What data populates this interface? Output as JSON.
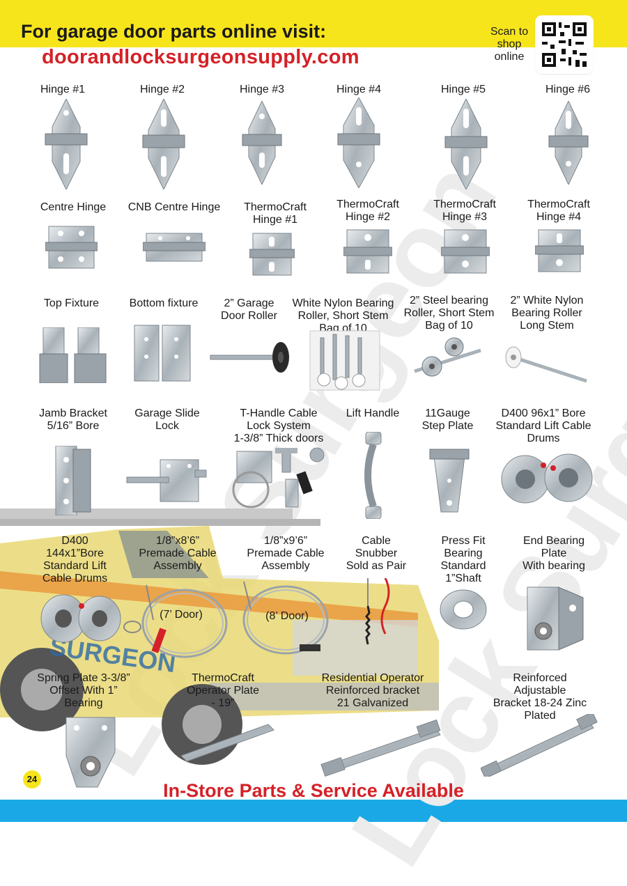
{
  "header": {
    "title": "For garage door parts online visit:",
    "url": "doorandlocksurgeonsupply.com",
    "scan_text": "Scan to shop online",
    "qr_icon": "qr-code-icon"
  },
  "watermark": {
    "text": "Lock Surgeon"
  },
  "colors": {
    "band_yellow": "#f7e51c",
    "band_blue": "#1aa9e6",
    "accent_red": "#d42127"
  },
  "row1": [
    {
      "label": "Hinge #1"
    },
    {
      "label": "Hinge #2"
    },
    {
      "label": "Hinge #3"
    },
    {
      "label": "Hinge #4"
    },
    {
      "label": "Hinge #5"
    },
    {
      "label": "Hinge #6"
    }
  ],
  "row2": [
    {
      "label": "Centre Hinge"
    },
    {
      "label": "CNB Centre Hinge"
    },
    {
      "label": "ThermoCraft\nHinge #1"
    },
    {
      "label": "ThermoCraft\nHinge #2"
    },
    {
      "label": "ThermoCraft\nHinge #3"
    },
    {
      "label": "ThermoCraft\nHinge #4"
    }
  ],
  "row3": [
    {
      "label": "Top Fixture"
    },
    {
      "label": "Bottom fixture"
    },
    {
      "label": "2” Garage\nDoor Roller"
    },
    {
      "label": "White Nylon Bearing\nRoller, Short Stem\nBag of 10"
    },
    {
      "label": "2” Steel bearing\nRoller, Short Stem\nBag of 10"
    },
    {
      "label": "2” White Nylon\nBearing Roller\nLong Stem"
    }
  ],
  "row4": [
    {
      "label": "Jamb Bracket\n5/16” Bore"
    },
    {
      "label": "Garage Slide\nLock"
    },
    {
      "label": "T-Handle Cable\nLock System\n1-3/8” Thick doors"
    },
    {
      "label": "Lift Handle"
    },
    {
      "label": "11Gauge\nStep Plate"
    },
    {
      "label": "D400 96x1” Bore\nStandard Lift Cable\nDrums"
    }
  ],
  "row5": [
    {
      "label": "D400\n144x1”Bore\nStandard Lift\nCable Drums"
    },
    {
      "label": "1/8”x8’6”\nPremade Cable\nAssembly"
    },
    {
      "label": "1/8”x9’6”\nPremade Cable\nAssembly"
    },
    {
      "label": "Cable\nSnubber\nSold as Pair"
    },
    {
      "label": "Press Fit\nBearing\nStandard\n1”Shaft"
    },
    {
      "label": "End Bearing\nPlate\nWith bearing"
    }
  ],
  "cable_tags": {
    "seven": "(7’ Door)",
    "eight": "(8’ Door)"
  },
  "truck_text": "SURGEON",
  "row6": [
    {
      "label": "Spring Plate 3-3/8”\nOffset With 1”\nBearing"
    },
    {
      "label": "ThermoCraft\nOperator Plate\n- 19”"
    },
    {
      "label": "Residential Operator\nReinforced bracket\n21 Galvanized"
    },
    {
      "label": "Reinforced\nAdjustable\nBracket 18-24 Zinc\nPlated"
    }
  ],
  "footer": {
    "text": "In-Store Parts & Service Available",
    "page_number": "24"
  }
}
